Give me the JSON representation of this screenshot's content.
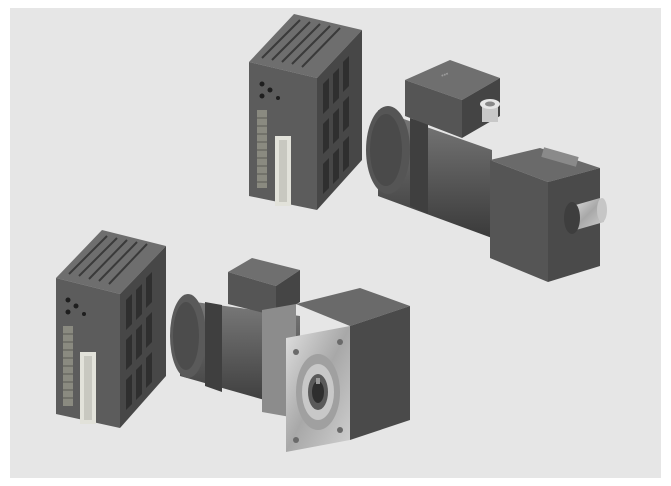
{
  "image": {
    "subject": "product-photo",
    "items": [
      "speed-controller-unit-top",
      "gear-motor-top",
      "speed-controller-unit-bottom",
      "gear-motor-bottom"
    ],
    "colors": {
      "background": "#e6e6e6",
      "body": "#5a5a5a",
      "body_dark": "#3d3d3d",
      "body_light": "#777777",
      "metal": "#b9b9b9",
      "terminal": "#d8d8d0"
    }
  }
}
